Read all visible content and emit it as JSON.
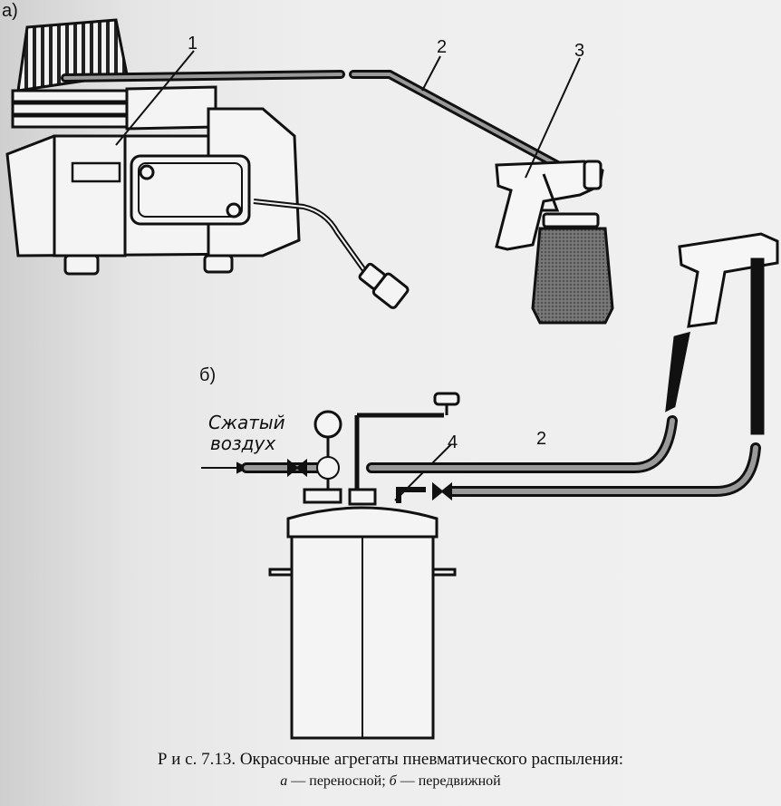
{
  "diagram": {
    "panel_a_label": "а)",
    "panel_b_label": "б)",
    "callouts": {
      "compressor": "1",
      "hose_a": "2",
      "spray_gun": "3",
      "hose_b": "2",
      "tank": "4"
    },
    "air_inlet_line1": "Сжатый",
    "air_inlet_line2": "воздух"
  },
  "caption": {
    "title": "Р и с. 7.13. Окрасочные агрегаты пневматического распыления:",
    "a_letter": "а",
    "a_text": " — переносной; ",
    "b_letter": "б",
    "b_text": " — передвижной"
  }
}
